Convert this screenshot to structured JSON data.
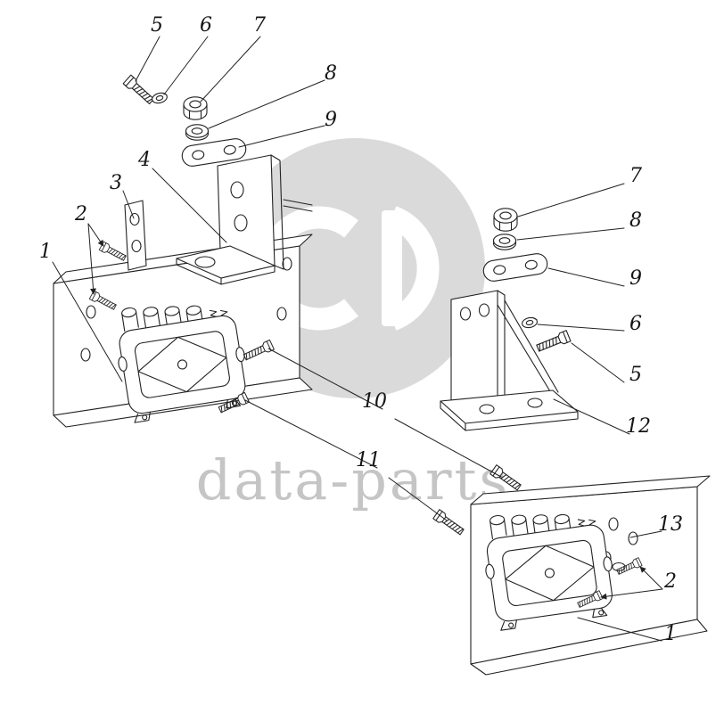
{
  "watermark": {
    "text": "data-parts",
    "text_color": "#c5c5c5",
    "logo_color": "#dadada"
  },
  "drawing": {
    "line_color": "#222222",
    "background_color": "#ffffff"
  },
  "callouts": [
    {
      "label": "5"
    },
    {
      "label": "6"
    },
    {
      "label": "7"
    },
    {
      "label": "8"
    },
    {
      "label": "9"
    },
    {
      "label": "4"
    },
    {
      "label": "3"
    },
    {
      "label": "2"
    },
    {
      "label": "1"
    },
    {
      "label": "7"
    },
    {
      "label": "8"
    },
    {
      "label": "9"
    },
    {
      "label": "6"
    },
    {
      "label": "5"
    },
    {
      "label": "12"
    },
    {
      "label": "10"
    },
    {
      "label": "11"
    },
    {
      "label": "13"
    },
    {
      "label": "2"
    },
    {
      "label": "1"
    }
  ]
}
